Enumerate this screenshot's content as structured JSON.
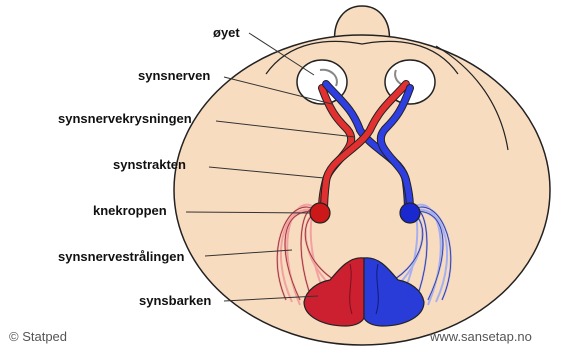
{
  "labels": {
    "oyet": "øyet",
    "synsnerven": "synsnerven",
    "synsnervekrysningen": "synsnervekrysningen",
    "synstrakten": "synstrakten",
    "knekroppen": "knekroppen",
    "synsnervestralingen": "synsnervestrålingen",
    "synsbarken": "synsbarken"
  },
  "footer": {
    "copyright": "© Statped",
    "website": "www.sansetap.no"
  },
  "colors": {
    "skin": "#f8dcc0",
    "skin_outline": "#222222",
    "left_pathway": "#e03030",
    "right_pathway": "#2f3ee0",
    "left_radiation": "#f2a0a0",
    "right_radiation": "#a6b0f0",
    "left_cortex": "#cc2030",
    "right_cortex": "#2a3cd8",
    "eye_white": "#ffffff",
    "leader_line": "#333333"
  }
}
